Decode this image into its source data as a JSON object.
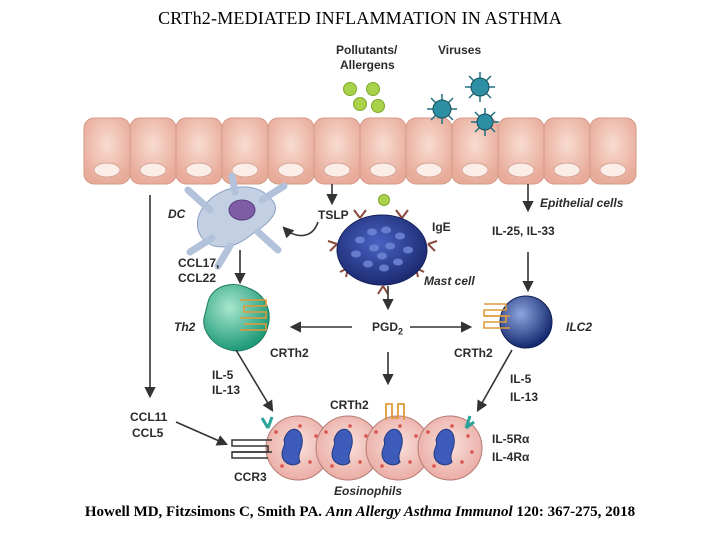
{
  "title": "CRTh2-MEDIATED  INFLAMMATION IN ASTHMA",
  "labels": {
    "pollutants_line1": "Pollutants/",
    "pollutants_line2": "Allergens",
    "viruses": "Viruses",
    "dc": "DC",
    "tslp": "TSLP",
    "ige": "IgE",
    "epithelial_cells": "Epithelial cells",
    "il25_il33": "IL-25, IL-33",
    "ccl17": "CCL17,",
    "ccl22": "CCL22",
    "mast_cell": "Mast cell",
    "th2": "Th2",
    "pgd2_main": "PGD",
    "pgd2_sub": "2",
    "ilc2": "ILC2",
    "crth2_left": "CRTh2",
    "crth2_right": "CRTh2",
    "crth2_bottom": "CRTh2",
    "il5_left": "IL-5",
    "il13_left": "IL-13",
    "il5_right": "IL-5",
    "il13_right": "IL-13",
    "ccl11": "CCL11",
    "ccl5": "CCL5",
    "ccr3": "CCR3",
    "il5ra": "IL-5Rα",
    "il4ra": "IL-4Rα",
    "eosinophils": "Eosinophils"
  },
  "citation": {
    "authors": "Howell MD,  Fitzsimons C,  Smith PA. ",
    "journal": "Ann Allergy Asthma Immunol",
    "volume": " 120: 367-275, 2018"
  },
  "colors": {
    "epithelium": "#f1c6b8",
    "dc": "#c3d0e3",
    "mast_cell": "#2c3f96",
    "th2": "#37b08d",
    "ilc2": "#1f3d93",
    "eosinophil": "#f3c6c0",
    "virus": "#1f6f80",
    "allergen": "#a8d24a",
    "receptor": "#e09a3a"
  }
}
